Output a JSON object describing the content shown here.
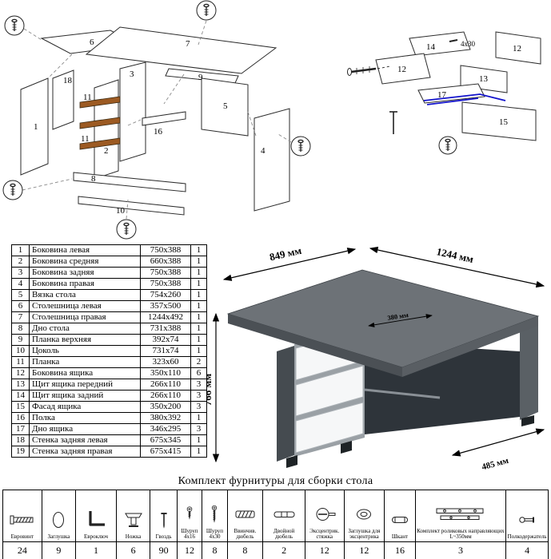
{
  "diagram_left": {
    "labels": [
      "18",
      "1",
      "6",
      "7",
      "3",
      "2",
      "11",
      "11",
      "16",
      "9",
      "5",
      "8",
      "4",
      "10"
    ]
  },
  "diagram_right": {
    "labels": [
      "14",
      "12",
      "12",
      "13",
      "17",
      "15"
    ],
    "note": "4x30"
  },
  "desk": {
    "dim_top_left": "849 мм",
    "dim_top_right": "1244 мм",
    "dim_height": "766 мм",
    "dim_depth": "485 мм",
    "dim_inner": "380 мм"
  },
  "parts_table": {
    "rows": [
      {
        "num": "1",
        "name": "Боковина левая",
        "size": "750x388",
        "qty": "1"
      },
      {
        "num": "2",
        "name": "Боковина средняя",
        "size": "660x388",
        "qty": "1"
      },
      {
        "num": "3",
        "name": "Боковина задняя",
        "size": "750x388",
        "qty": "1"
      },
      {
        "num": "4",
        "name": "Боковина правая",
        "size": "750x388",
        "qty": "1"
      },
      {
        "num": "5",
        "name": "Вязка стола",
        "size": "754x260",
        "qty": "1"
      },
      {
        "num": "6",
        "name": "Столешница левая",
        "size": "357x500",
        "qty": "1"
      },
      {
        "num": "7",
        "name": "Столешница правая",
        "size": "1244x492",
        "qty": "1"
      },
      {
        "num": "8",
        "name": "Дно стола",
        "size": "731x388",
        "qty": "1"
      },
      {
        "num": "9",
        "name": "Планка верхняя",
        "size": "392x74",
        "qty": "1"
      },
      {
        "num": "10",
        "name": "Цоколь",
        "size": "731x74",
        "qty": "1"
      },
      {
        "num": "11",
        "name": "Планка",
        "size": "323x60",
        "qty": "2"
      },
      {
        "num": "12",
        "name": "Боковина ящика",
        "size": "350x110",
        "qty": "6"
      },
      {
        "num": "13",
        "name": "Щит ящика передний",
        "size": "266x110",
        "qty": "3"
      },
      {
        "num": "14",
        "name": "Щит ящика задний",
        "size": "266x110",
        "qty": "3"
      },
      {
        "num": "15",
        "name": "Фасад ящика",
        "size": "350x200",
        "qty": "3"
      },
      {
        "num": "16",
        "name": "Полка",
        "size": "380x392",
        "qty": "1"
      },
      {
        "num": "17",
        "name": "Дно ящика",
        "size": "346x295",
        "qty": "3"
      },
      {
        "num": "18",
        "name": "Стенка задняя левая",
        "size": "675x345",
        "qty": "1"
      },
      {
        "num": "19",
        "name": "Стенка задняя правая",
        "size": "675x415",
        "qty": "1"
      }
    ]
  },
  "hardware": {
    "title": "Комплект фурнитуры для сборки стола",
    "items": [
      {
        "name": "Евровинт",
        "qty": "24",
        "icon": "euroscrew-icon"
      },
      {
        "name": "Заглушка",
        "qty": "9",
        "icon": "plug-icon"
      },
      {
        "name": "Евроключ",
        "qty": "1",
        "icon": "hex-key-icon"
      },
      {
        "name": "Ножка",
        "qty": "6",
        "icon": "leg-icon"
      },
      {
        "name": "Гвоздь",
        "qty": "90",
        "icon": "nail-icon"
      },
      {
        "name": "Шуруп 4x16",
        "qty": "12",
        "icon": "screw-4x16-icon"
      },
      {
        "name": "Шуруп 4x30",
        "qty": "8",
        "icon": "screw-4x30-icon"
      },
      {
        "name": "Ввинчив. дюбель",
        "qty": "8",
        "icon": "screw-in-dowel-icon"
      },
      {
        "name": "Двойной дюбель",
        "qty": "2",
        "icon": "double-dowel-icon"
      },
      {
        "name": "Эксцентрик. стяжка",
        "qty": "12",
        "icon": "cam-lock-icon"
      },
      {
        "name": "Заглушка для эксцентрика",
        "qty": "12",
        "icon": "cam-cap-icon"
      },
      {
        "name": "Шкант",
        "qty": "16",
        "icon": "wood-dowel-icon"
      },
      {
        "name": "Комплект роликовых направляющих L~350мм",
        "qty": "3",
        "icon": "roller-slides-icon"
      },
      {
        "name": "Полкодержатель",
        "qty": "4",
        "icon": "shelf-pin-icon"
      }
    ]
  }
}
